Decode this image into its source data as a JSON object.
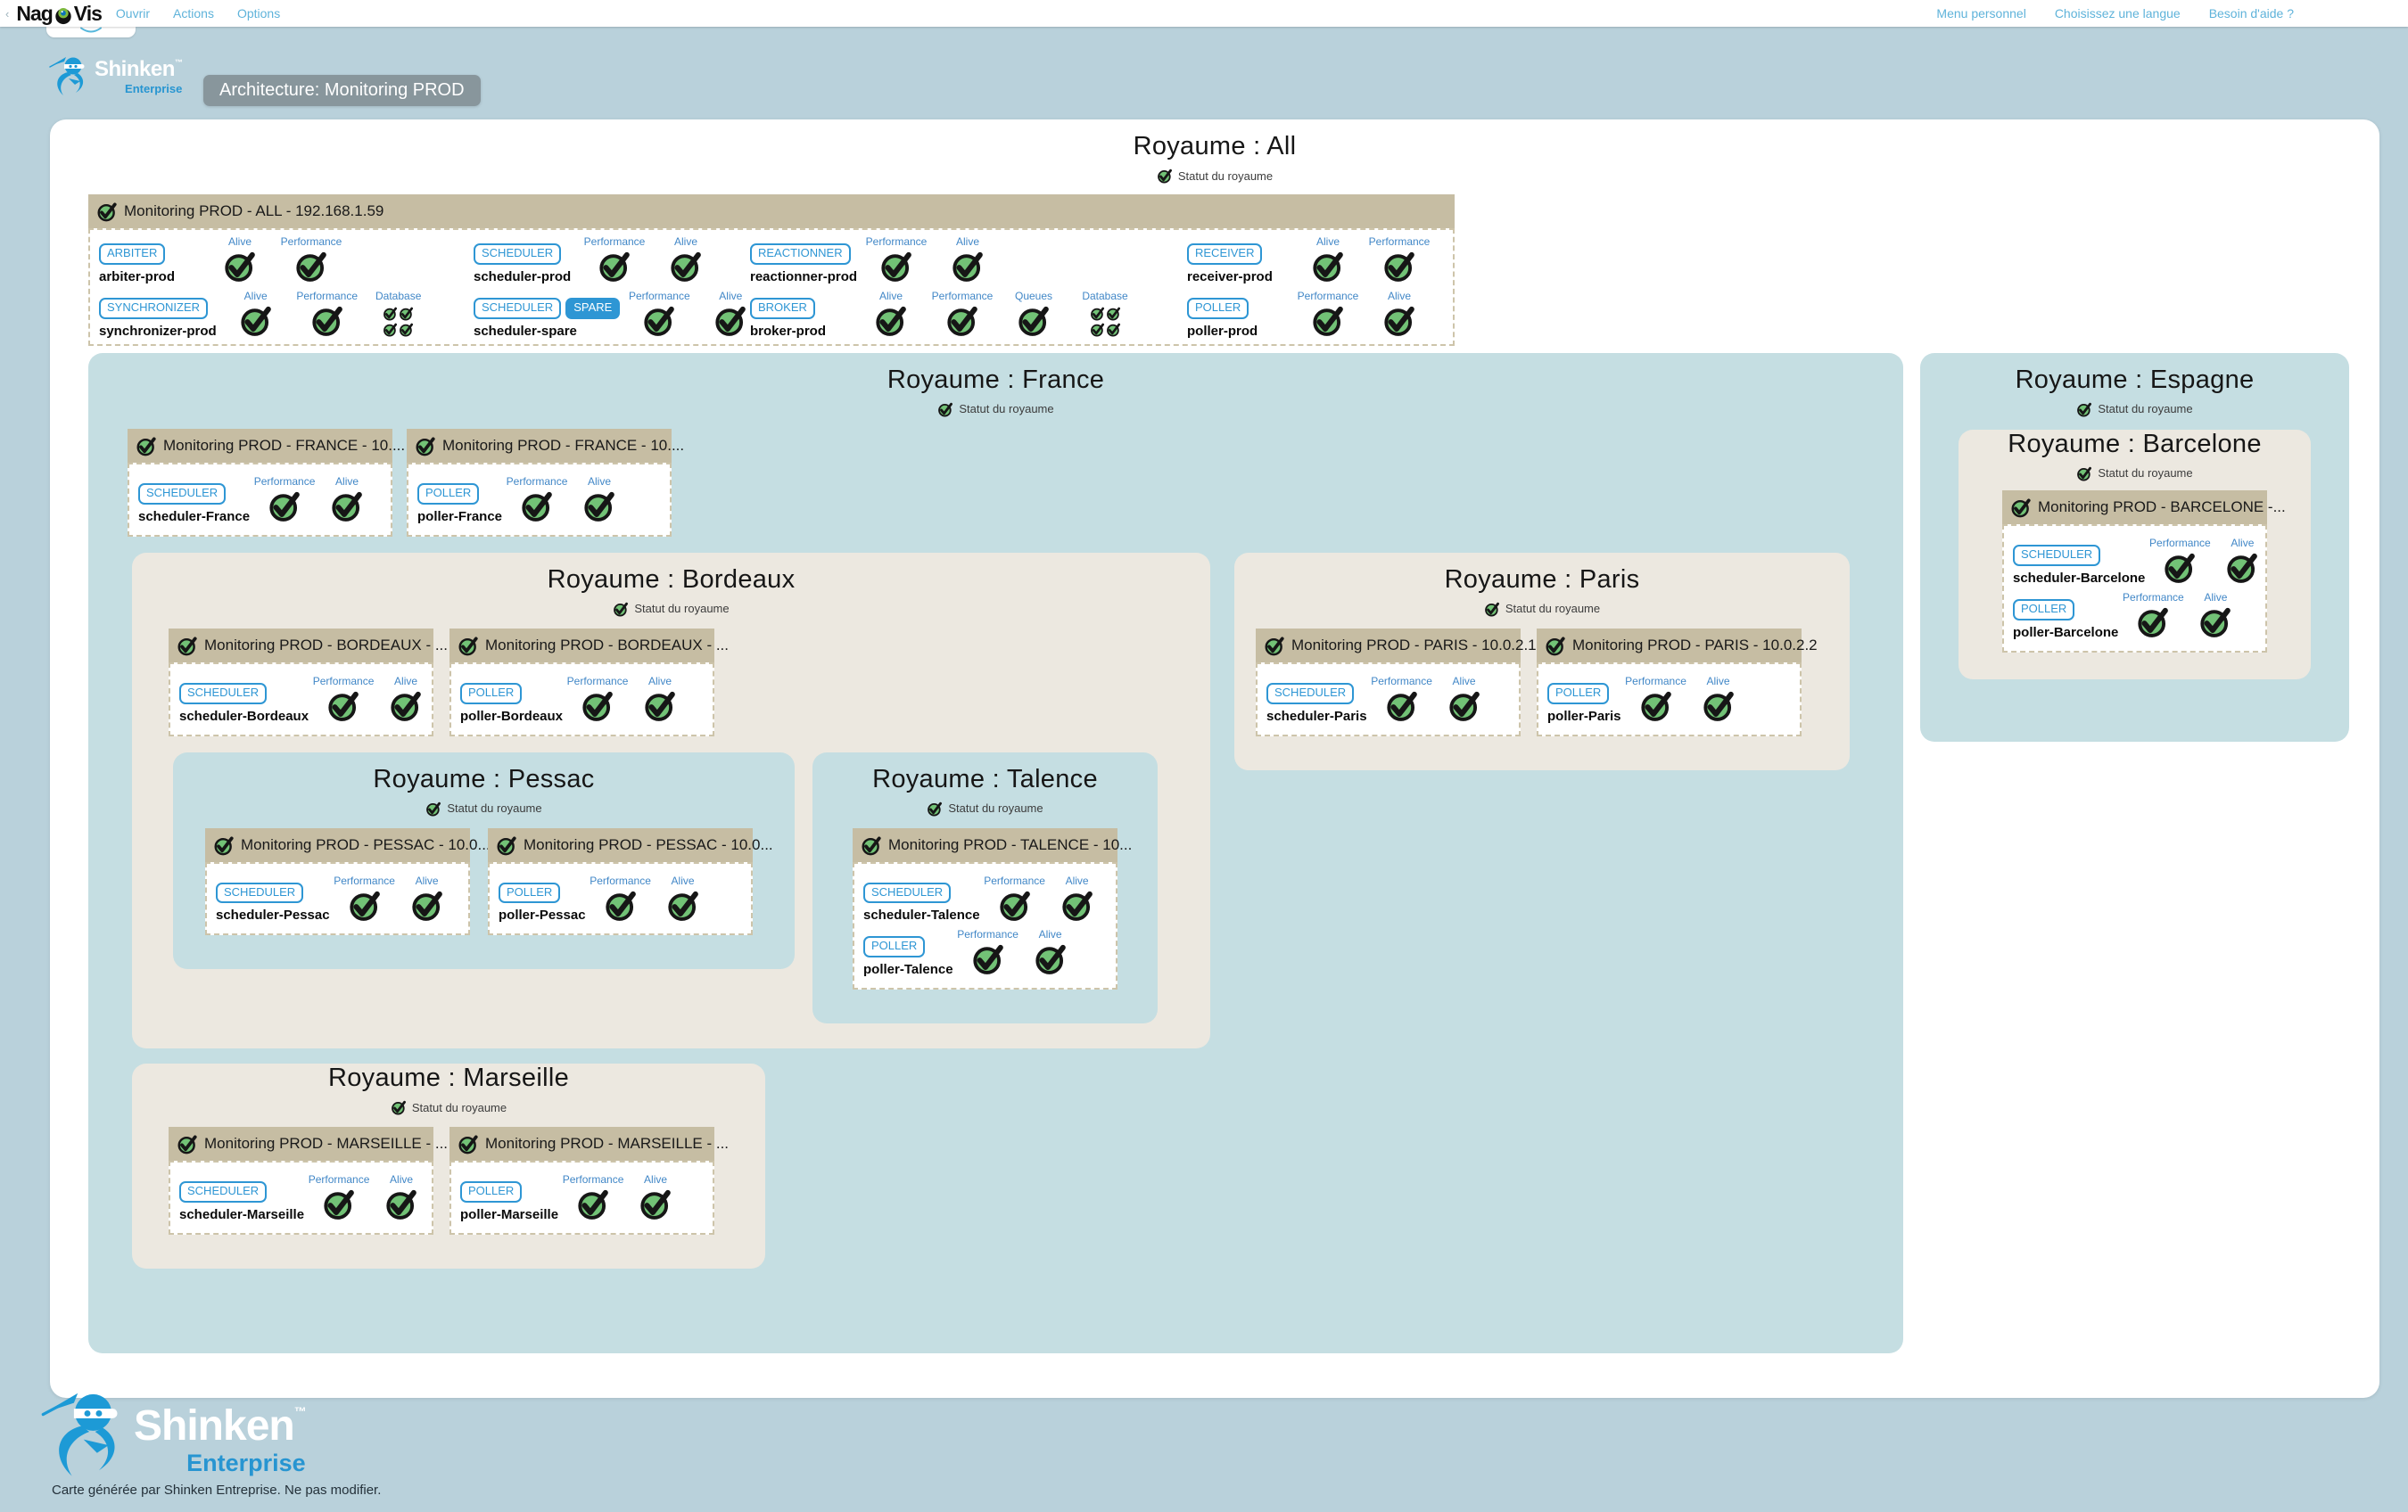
{
  "nav": {
    "collapse_arrow": "‹",
    "brand_nag": "Nag",
    "brand_vis": "Vis",
    "left_items": [
      "Ouvrir",
      "Actions",
      "Options"
    ],
    "right_items": [
      "Menu personnel",
      "Choisissez une langue",
      "Besoin d'aide ?"
    ]
  },
  "toolbar": {
    "map_label": "Architecture: Monitoring PROD"
  },
  "brand": {
    "name": "Shinken",
    "tm": "™",
    "edition": "Enterprise"
  },
  "footer": {
    "caption": "Carte générée par Shinken Entreprise. Ne pas modifier."
  },
  "status_label": "Statut du royaume",
  "realms": {
    "all": "Royaume : All",
    "france": "Royaume : France",
    "bordeaux": "Royaume : Bordeaux",
    "pessac": "Royaume : Pessac",
    "talence": "Royaume : Talence",
    "paris": "Royaume : Paris",
    "marseille": "Royaume : Marseille",
    "espagne": "Royaume : Espagne",
    "barcelone": "Royaume : Barcelone"
  },
  "icons": {
    "ok_check": "ok-check-icon",
    "nagvis_eye": "nagvis-eye-icon",
    "shinken_ninja": "shinken-ninja-icon",
    "chevron_down": "chevron-down-icon"
  },
  "colors": {
    "page_bg": "#b9d1db",
    "panel_blue": "#c5dee2",
    "panel_beige": "#ece8e0",
    "box_header_tan": "#c6bda3",
    "badge_blue": "#2e96d4",
    "link_blue": "#5fb3da",
    "ok_green": "#72c276"
  },
  "boxes": {
    "all": {
      "title": "Monitoring PROD - ALL - 192.168.1.59",
      "rows": [
        [
          {
            "badges": [
              {
                "text": "ARBITER"
              }
            ],
            "name": "arbiter-prod",
            "checks": [
              {
                "label": "Alive"
              },
              {
                "label": "Performance"
              }
            ]
          },
          {
            "badges": [
              {
                "text": "SCHEDULER"
              }
            ],
            "name": "scheduler-prod",
            "checks": [
              {
                "label": "Performance"
              },
              {
                "label": "Alive"
              }
            ]
          },
          {
            "badges": [
              {
                "text": "REACTIONNER"
              }
            ],
            "name": "reactionner-prod",
            "checks": [
              {
                "label": "Performance"
              },
              {
                "label": "Alive"
              }
            ]
          },
          {
            "badges": [
              {
                "text": "RECEIVER"
              }
            ],
            "name": "receiver-prod",
            "checks": [
              {
                "label": "Alive"
              },
              {
                "label": "Performance"
              }
            ]
          }
        ],
        [
          {
            "badges": [
              {
                "text": "SYNCHRONIZER"
              }
            ],
            "name": "synchronizer-prod",
            "checks": [
              {
                "label": "Alive"
              },
              {
                "label": "Performance"
              },
              {
                "label": "Database",
                "type": "quad"
              }
            ]
          },
          {
            "badges": [
              {
                "text": "SCHEDULER"
              },
              {
                "text": "SPARE",
                "solid": true
              }
            ],
            "name": "scheduler-spare",
            "checks": [
              {
                "label": "Performance"
              },
              {
                "label": "Alive"
              }
            ]
          },
          {
            "badges": [
              {
                "text": "BROKER"
              }
            ],
            "name": "broker-prod",
            "checks": [
              {
                "label": "Alive"
              },
              {
                "label": "Performance"
              },
              {
                "label": "Queues"
              },
              {
                "label": "Database",
                "type": "quad"
              }
            ]
          },
          {
            "badges": [
              {
                "text": "POLLER"
              }
            ],
            "name": "poller-prod",
            "checks": [
              {
                "label": "Performance"
              },
              {
                "label": "Alive"
              }
            ]
          }
        ]
      ]
    },
    "france1": {
      "title": "Monitoring PROD - FRANCE - 10....",
      "rows": [
        [
          {
            "badges": [
              {
                "text": "SCHEDULER"
              }
            ],
            "name": "scheduler-France",
            "checks": [
              {
                "label": "Performance"
              },
              {
                "label": "Alive"
              }
            ]
          }
        ]
      ]
    },
    "france2": {
      "title": "Monitoring PROD - FRANCE - 10....",
      "rows": [
        [
          {
            "badges": [
              {
                "text": "POLLER"
              }
            ],
            "name": "poller-France",
            "checks": [
              {
                "label": "Performance"
              },
              {
                "label": "Alive"
              }
            ]
          }
        ]
      ]
    },
    "bordeaux1": {
      "title": "Monitoring PROD - BORDEAUX - ...",
      "rows": [
        [
          {
            "badges": [
              {
                "text": "SCHEDULER"
              }
            ],
            "name": "scheduler-Bordeaux",
            "checks": [
              {
                "label": "Performance"
              },
              {
                "label": "Alive"
              }
            ]
          }
        ]
      ]
    },
    "bordeaux2": {
      "title": "Monitoring PROD - BORDEAUX - ...",
      "rows": [
        [
          {
            "badges": [
              {
                "text": "POLLER"
              }
            ],
            "name": "poller-Bordeaux",
            "checks": [
              {
                "label": "Performance"
              },
              {
                "label": "Alive"
              }
            ]
          }
        ]
      ]
    },
    "pessac1": {
      "title": "Monitoring PROD - PESSAC - 10.0...",
      "rows": [
        [
          {
            "badges": [
              {
                "text": "SCHEDULER"
              }
            ],
            "name": "scheduler-Pessac",
            "checks": [
              {
                "label": "Performance"
              },
              {
                "label": "Alive"
              }
            ]
          }
        ]
      ]
    },
    "pessac2": {
      "title": "Monitoring PROD - PESSAC - 10.0...",
      "rows": [
        [
          {
            "badges": [
              {
                "text": "POLLER"
              }
            ],
            "name": "poller-Pessac",
            "checks": [
              {
                "label": "Performance"
              },
              {
                "label": "Alive"
              }
            ]
          }
        ]
      ]
    },
    "talence": {
      "title": "Monitoring PROD - TALENCE - 10...",
      "rows": [
        [
          {
            "badges": [
              {
                "text": "SCHEDULER"
              }
            ],
            "name": "scheduler-Talence",
            "checks": [
              {
                "label": "Performance"
              },
              {
                "label": "Alive"
              }
            ]
          }
        ],
        [
          {
            "badges": [
              {
                "text": "POLLER"
              }
            ],
            "name": "poller-Talence",
            "checks": [
              {
                "label": "Performance"
              },
              {
                "label": "Alive"
              }
            ]
          }
        ]
      ]
    },
    "paris1": {
      "title": "Monitoring PROD - PARIS - 10.0.2.1",
      "rows": [
        [
          {
            "badges": [
              {
                "text": "SCHEDULER"
              }
            ],
            "name": "scheduler-Paris",
            "checks": [
              {
                "label": "Performance"
              },
              {
                "label": "Alive"
              }
            ]
          }
        ]
      ]
    },
    "paris2": {
      "title": "Monitoring PROD - PARIS - 10.0.2.2",
      "rows": [
        [
          {
            "badges": [
              {
                "text": "POLLER"
              }
            ],
            "name": "poller-Paris",
            "checks": [
              {
                "label": "Performance"
              },
              {
                "label": "Alive"
              }
            ]
          }
        ]
      ]
    },
    "marseille1": {
      "title": "Monitoring PROD - MARSEILLE - ...",
      "rows": [
        [
          {
            "badges": [
              {
                "text": "SCHEDULER"
              }
            ],
            "name": "scheduler-Marseille",
            "checks": [
              {
                "label": "Performance"
              },
              {
                "label": "Alive"
              }
            ]
          }
        ]
      ]
    },
    "marseille2": {
      "title": "Monitoring PROD - MARSEILLE - ...",
      "rows": [
        [
          {
            "badges": [
              {
                "text": "POLLER"
              }
            ],
            "name": "poller-Marseille",
            "checks": [
              {
                "label": "Performance"
              },
              {
                "label": "Alive"
              }
            ]
          }
        ]
      ]
    },
    "barcelone": {
      "title": "Monitoring PROD - BARCELONE -...",
      "rows": [
        [
          {
            "badges": [
              {
                "text": "SCHEDULER"
              }
            ],
            "name": "scheduler-Barcelone",
            "checks": [
              {
                "label": "Performance"
              },
              {
                "label": "Alive"
              }
            ]
          }
        ],
        [
          {
            "badges": [
              {
                "text": "POLLER"
              }
            ],
            "name": "poller-Barcelone",
            "checks": [
              {
                "label": "Performance"
              },
              {
                "label": "Alive"
              }
            ]
          }
        ]
      ]
    }
  }
}
